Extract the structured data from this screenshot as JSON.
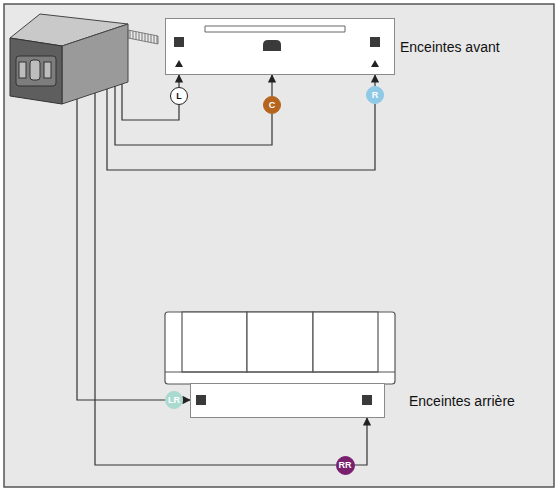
{
  "diagram": {
    "nodes": [
      {
        "text": [
          "Enceintes avant"
        ]
      },
      {
        "text": [
          "L"
        ]
      },
      {
        "text": [
          "C"
        ]
      },
      {
        "text": [
          "R"
        ]
      },
      {
        "text": [
          "Enceintes arrière"
        ]
      },
      {
        "text": [
          "LR"
        ]
      },
      {
        "text": [
          "RR"
        ]
      }
    ],
    "edges": [
      {
        "from": 1,
        "to": 0,
        "arrow": "to"
      },
      {
        "from": 2,
        "to": 0,
        "arrow": "to"
      },
      {
        "from": 3,
        "to": 0,
        "arrow": "to"
      },
      {
        "from": 5,
        "to": 4,
        "arrow": "to"
      },
      {
        "from": 6,
        "to": 4,
        "arrow": "to"
      }
    ]
  }
}
